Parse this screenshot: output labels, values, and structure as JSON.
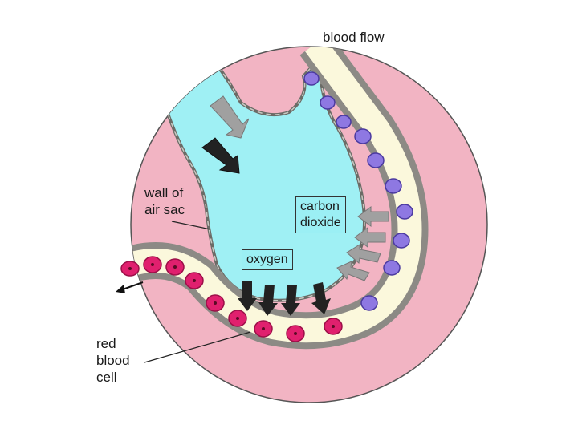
{
  "labels": {
    "blood_flow": "blood flow",
    "wall_of_air_sac": [
      "wall of",
      "air sac"
    ],
    "carbon_dioxide": [
      "carbon",
      "dioxide"
    ],
    "oxygen": "oxygen",
    "red_blood_cell": [
      "red",
      "blood",
      "cell"
    ]
  },
  "colors": {
    "tissue": "#f2b4c3",
    "air_sac": "#9ff0f4",
    "vessel_wall": "#8c8a85",
    "plasma": "#fbf8dc",
    "red_cell": "#e0206e",
    "deoxygenated_cell": "#8e78e2",
    "arrow_dark": "#222222",
    "arrow_grey": "#a0a0a0"
  }
}
